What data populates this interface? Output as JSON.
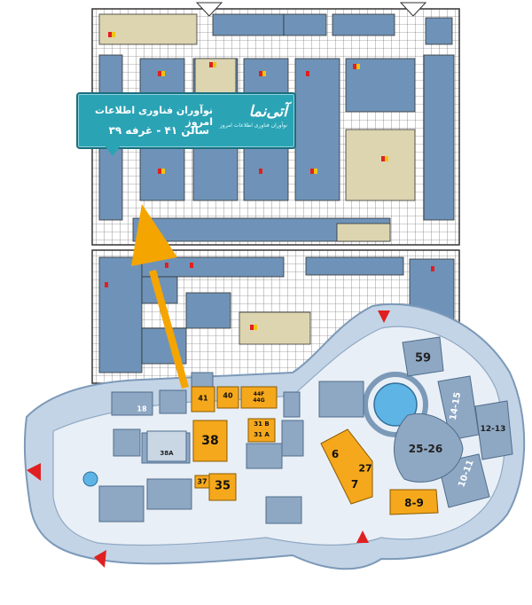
{
  "callout": {
    "company": "نوآوران فناوری اطلاعات امروز",
    "location": "سالن ۴۱ - غرفه ۳۹",
    "logo_text": "آتی‌نما",
    "logo_subtext": "نوآوران فناوری اطلاعات امروز"
  },
  "halls": {
    "h59": "59",
    "h14_15": "14-15",
    "h12_13": "12-13",
    "h25_26": "25-26",
    "h10_11": "10-11",
    "h8_9": "8-9",
    "h6": "6",
    "h27": "27",
    "h7": "7",
    "h41": "41",
    "h40": "40",
    "h44": "44F\n44G",
    "h18": "18",
    "h38": "38",
    "h31b": "31 B",
    "h31a": "31 A",
    "h38a": "38A",
    "h37": "37",
    "h35": "35"
  },
  "colors": {
    "hall_highlight": "#f5a81c",
    "booth": "#6f93b8",
    "booth_light": "#dcd5b0",
    "callout": "#2aa3b5",
    "arrow": "#f5a500",
    "marker": "#e02020",
    "road": "#b9c9dc",
    "water": "#5fb4e6"
  },
  "icons": [
    "north-marker-icon",
    "entrance-marker-icon",
    "direction-arrow-icon",
    "company-logo-icon"
  ]
}
